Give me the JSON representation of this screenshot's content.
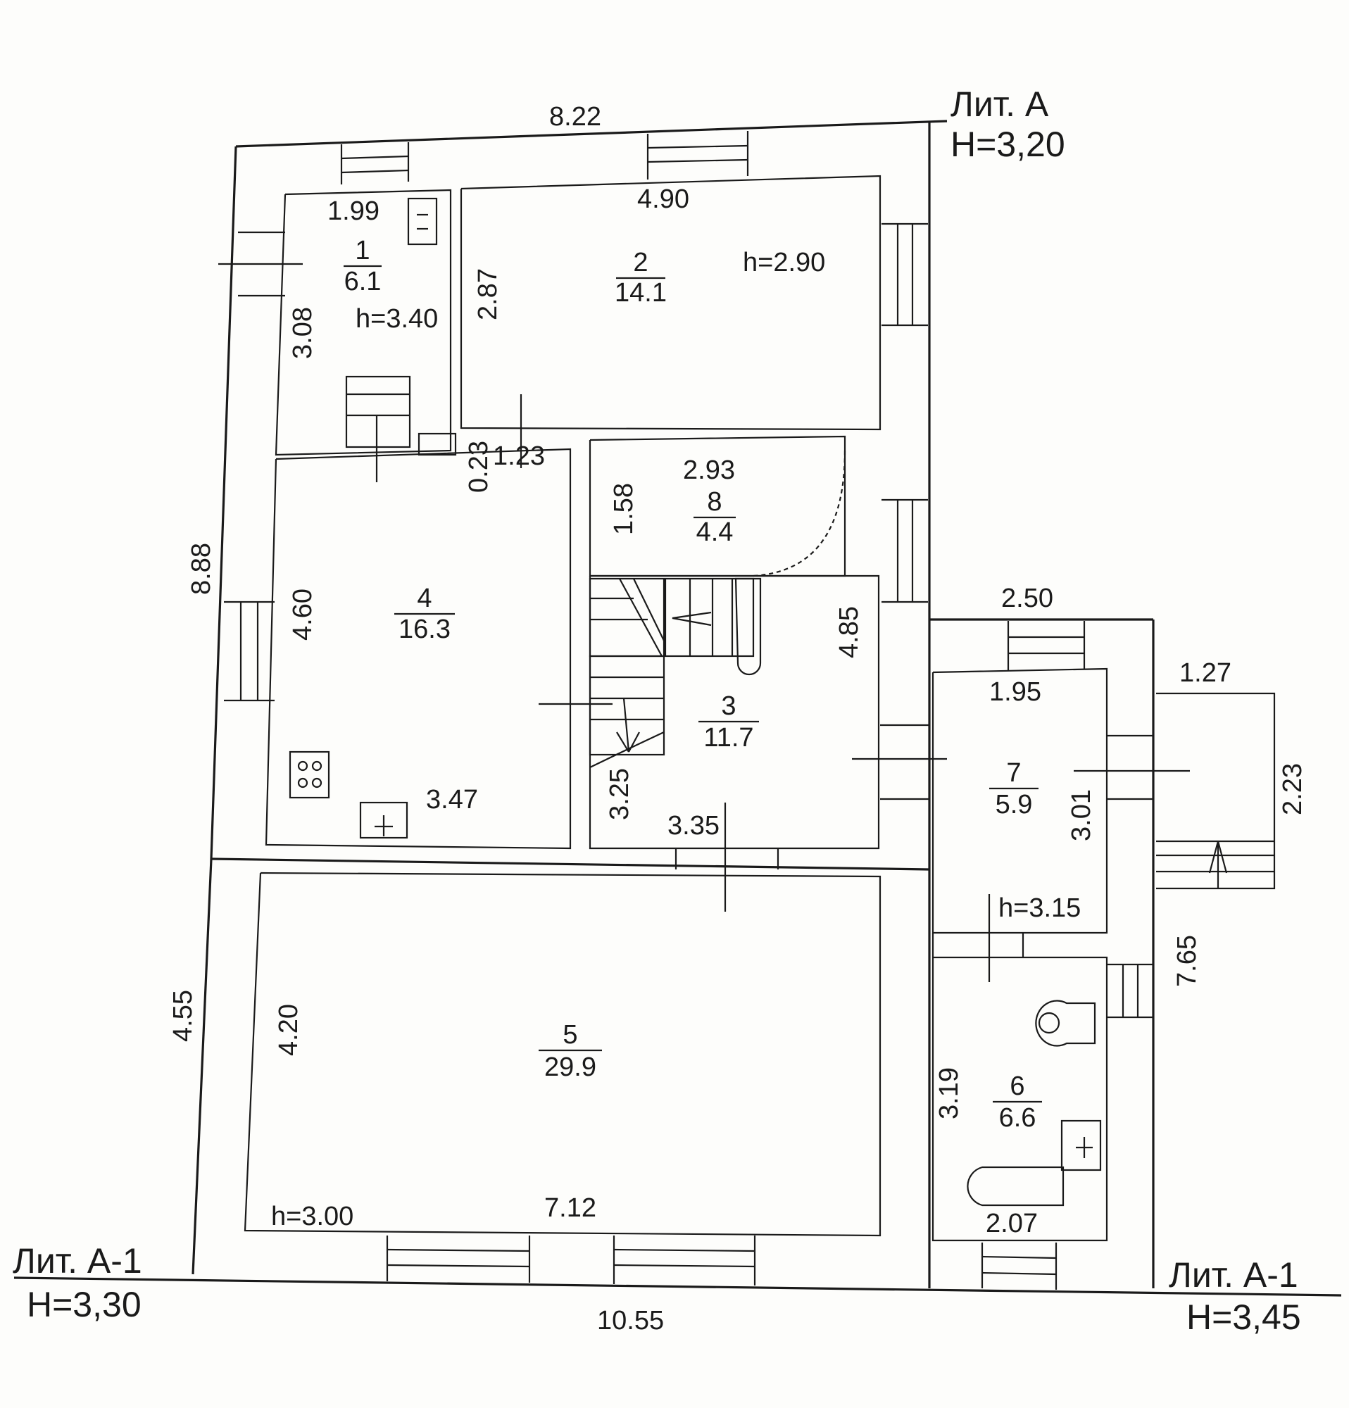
{
  "labels": {
    "lit_a": "Лит. А",
    "h_a": "H=3,20",
    "lit_a1_left": "Лит. А-1",
    "h_a1_left": "H=3,30",
    "lit_a1_right": "Лит. А-1",
    "h_a1_right": "H=3,45"
  },
  "rooms": {
    "r1": {
      "number": "1",
      "area": "6.1",
      "height": "h=3.40"
    },
    "r2": {
      "number": "2",
      "area": "14.1",
      "height": "h=2.90"
    },
    "r3": {
      "number": "3",
      "area": "11.7"
    },
    "r4": {
      "number": "4",
      "area": "16.3"
    },
    "r5": {
      "number": "5",
      "area": "29.9",
      "height": "h=3.00"
    },
    "r6": {
      "number": "6",
      "area": "6.6"
    },
    "r7": {
      "number": "7",
      "area": "5.9",
      "height": "h=3.15"
    },
    "r8": {
      "number": "8",
      "area": "4.4"
    }
  },
  "dimensions": {
    "top_overall": "8.22",
    "left_upper_overall": "8.88",
    "left_lower_overall": "4.55",
    "bottom_overall": "10.55",
    "right_annex_overall": "7.65",
    "r1_width": "1.99",
    "r1_depth": "3.08",
    "r2_width": "4.90",
    "r2_depth": "2.87",
    "wall_gap": "0.23",
    "corridor_width": "1.23",
    "r8_width": "2.93",
    "r8_depth": "1.58",
    "r4_depth": "4.60",
    "r4_width": "3.47",
    "r3_depth": "4.85",
    "r3_inner_depth": "3.25",
    "r3_width": "3.35",
    "annex_top": "2.50",
    "r7_width": "1.95",
    "r7_depth": "3.01",
    "porch_width": "1.27",
    "porch_depth": "2.23",
    "r5_depth": "4.20",
    "r5_width": "7.12",
    "r6_depth": "3.19",
    "r6_width": "2.07"
  }
}
